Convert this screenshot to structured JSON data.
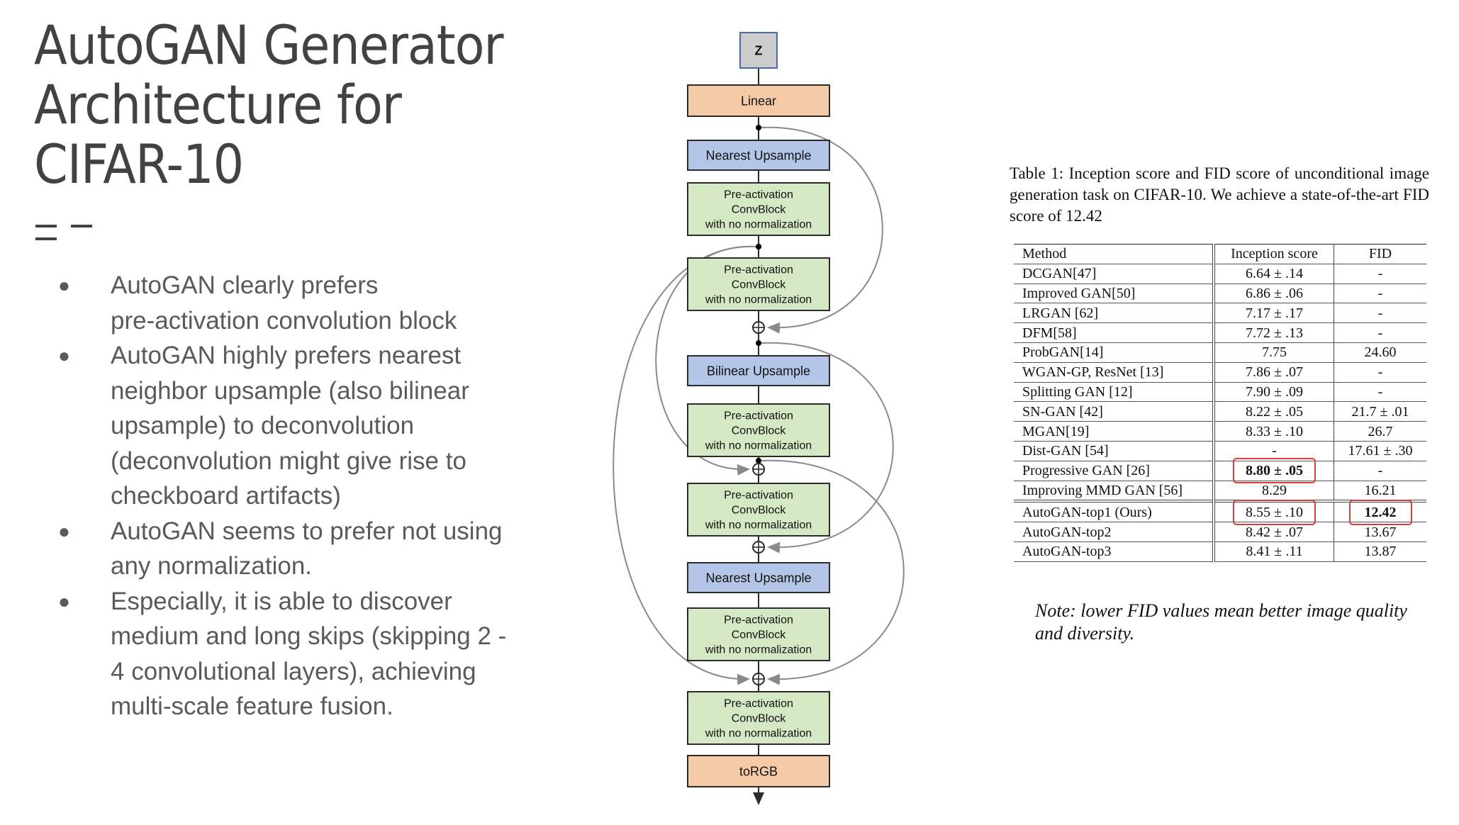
{
  "title_lines": [
    "AutoGAN Generator",
    "Architecture for",
    "CIFAR-10"
  ],
  "bullets": [
    {
      "lines": [
        "AutoGAN clearly prefers",
        "pre-activation convolution block"
      ]
    },
    {
      "lines": [
        "AutoGAN highly prefers nearest",
        "neighbor upsample (also bilinear",
        "upsample) to deconvolution",
        "(deconvolution might give rise to",
        "checkboard artifacts)"
      ]
    },
    {
      "lines": [
        "AutoGAN seems to prefer not using",
        "any normalization."
      ]
    },
    {
      "lines": [
        "Especially, it is able to discover",
        "medium and long skips (skipping 2 -",
        "4 convolutional layers), achieving",
        "multi-scale feature fusion."
      ]
    }
  ],
  "diagram": {
    "blocks": [
      {
        "type": "input",
        "lines": [
          "Z"
        ]
      },
      {
        "type": "linear",
        "lines": [
          "Linear"
        ]
      },
      {
        "type": "upsample",
        "lines": [
          "Nearest Upsample"
        ]
      },
      {
        "type": "conv",
        "lines": [
          "Pre-activation",
          "ConvBlock",
          "with no normalization"
        ]
      },
      {
        "type": "conv",
        "lines": [
          "Pre-activation",
          "ConvBlock",
          "with no normalization"
        ]
      },
      {
        "type": "upsample",
        "lines": [
          "Bilinear Upsample"
        ]
      },
      {
        "type": "conv",
        "lines": [
          "Pre-activation",
          "ConvBlock",
          "with no normalization"
        ]
      },
      {
        "type": "conv",
        "lines": [
          "Pre-activation",
          "ConvBlock",
          "with no normalization"
        ]
      },
      {
        "type": "upsample",
        "lines": [
          "Nearest Upsample"
        ]
      },
      {
        "type": "conv",
        "lines": [
          "Pre-activation",
          "ConvBlock",
          "with no normalization"
        ]
      },
      {
        "type": "conv",
        "lines": [
          "Pre-activation",
          "ConvBlock",
          "with no normalization"
        ]
      },
      {
        "type": "output",
        "lines": [
          "toRGB"
        ]
      }
    ],
    "colors": {
      "input": "#cccccc",
      "linear": "#f5cba7",
      "upsample": "#b4c6e7",
      "conv": "#d5e8c4",
      "output": "#f5cba7",
      "border": "#2b2b2b",
      "skip": "#8a8a8a"
    }
  },
  "table": {
    "caption": "Table 1: Inception score and FID score of unconditional image generation task on CIFAR-10. We achieve a state-of-the-art FID score of 12.42",
    "headers": {
      "method": "Method",
      "inception": "Inception score",
      "fid": "FID"
    },
    "rows": [
      {
        "method": "DCGAN[47]",
        "inception": "6.64 ± .14",
        "fid": "-"
      },
      {
        "method": "Improved GAN[50]",
        "inception": "6.86 ± .06",
        "fid": "-"
      },
      {
        "method": "LRGAN [62]",
        "inception": "7.17 ± .17",
        "fid": "-"
      },
      {
        "method": "DFM[58]",
        "inception": "7.72 ± .13",
        "fid": "-"
      },
      {
        "method": "ProbGAN[14]",
        "inception": "7.75",
        "fid": "24.60"
      },
      {
        "method": "WGAN-GP, ResNet [13]",
        "inception": "7.86 ± .07",
        "fid": "-"
      },
      {
        "method": "Splitting GAN [12]",
        "inception": "7.90 ± .09",
        "fid": "-"
      },
      {
        "method": "SN-GAN [42]",
        "inception": "8.22 ± .05",
        "fid": "21.7 ± .01"
      },
      {
        "method": "MGAN[19]",
        "inception": "8.33 ± .10",
        "fid": "26.7"
      },
      {
        "method": "Dist-GAN [54]",
        "inception": "-",
        "fid": "17.61 ± .30"
      },
      {
        "method": "Progressive GAN [26]",
        "inception": "8.80 ± .05",
        "fid": "-"
      },
      {
        "method": "Improving MMD GAN [56]",
        "inception": "8.29",
        "fid": "16.21"
      }
    ],
    "ours": [
      {
        "method": "AutoGAN-top1 (Ours)",
        "inception": "8.55 ± .10",
        "fid": "12.42"
      },
      {
        "method": "AutoGAN-top2",
        "inception": "8.42 ± .07",
        "fid": "13.67"
      },
      {
        "method": "AutoGAN-top3",
        "inception": "8.41 ± .11",
        "fid": "13.87"
      }
    ],
    "highlight_color": "#e23b3b"
  },
  "note": "Note: lower FID values mean better image quality and diversity."
}
